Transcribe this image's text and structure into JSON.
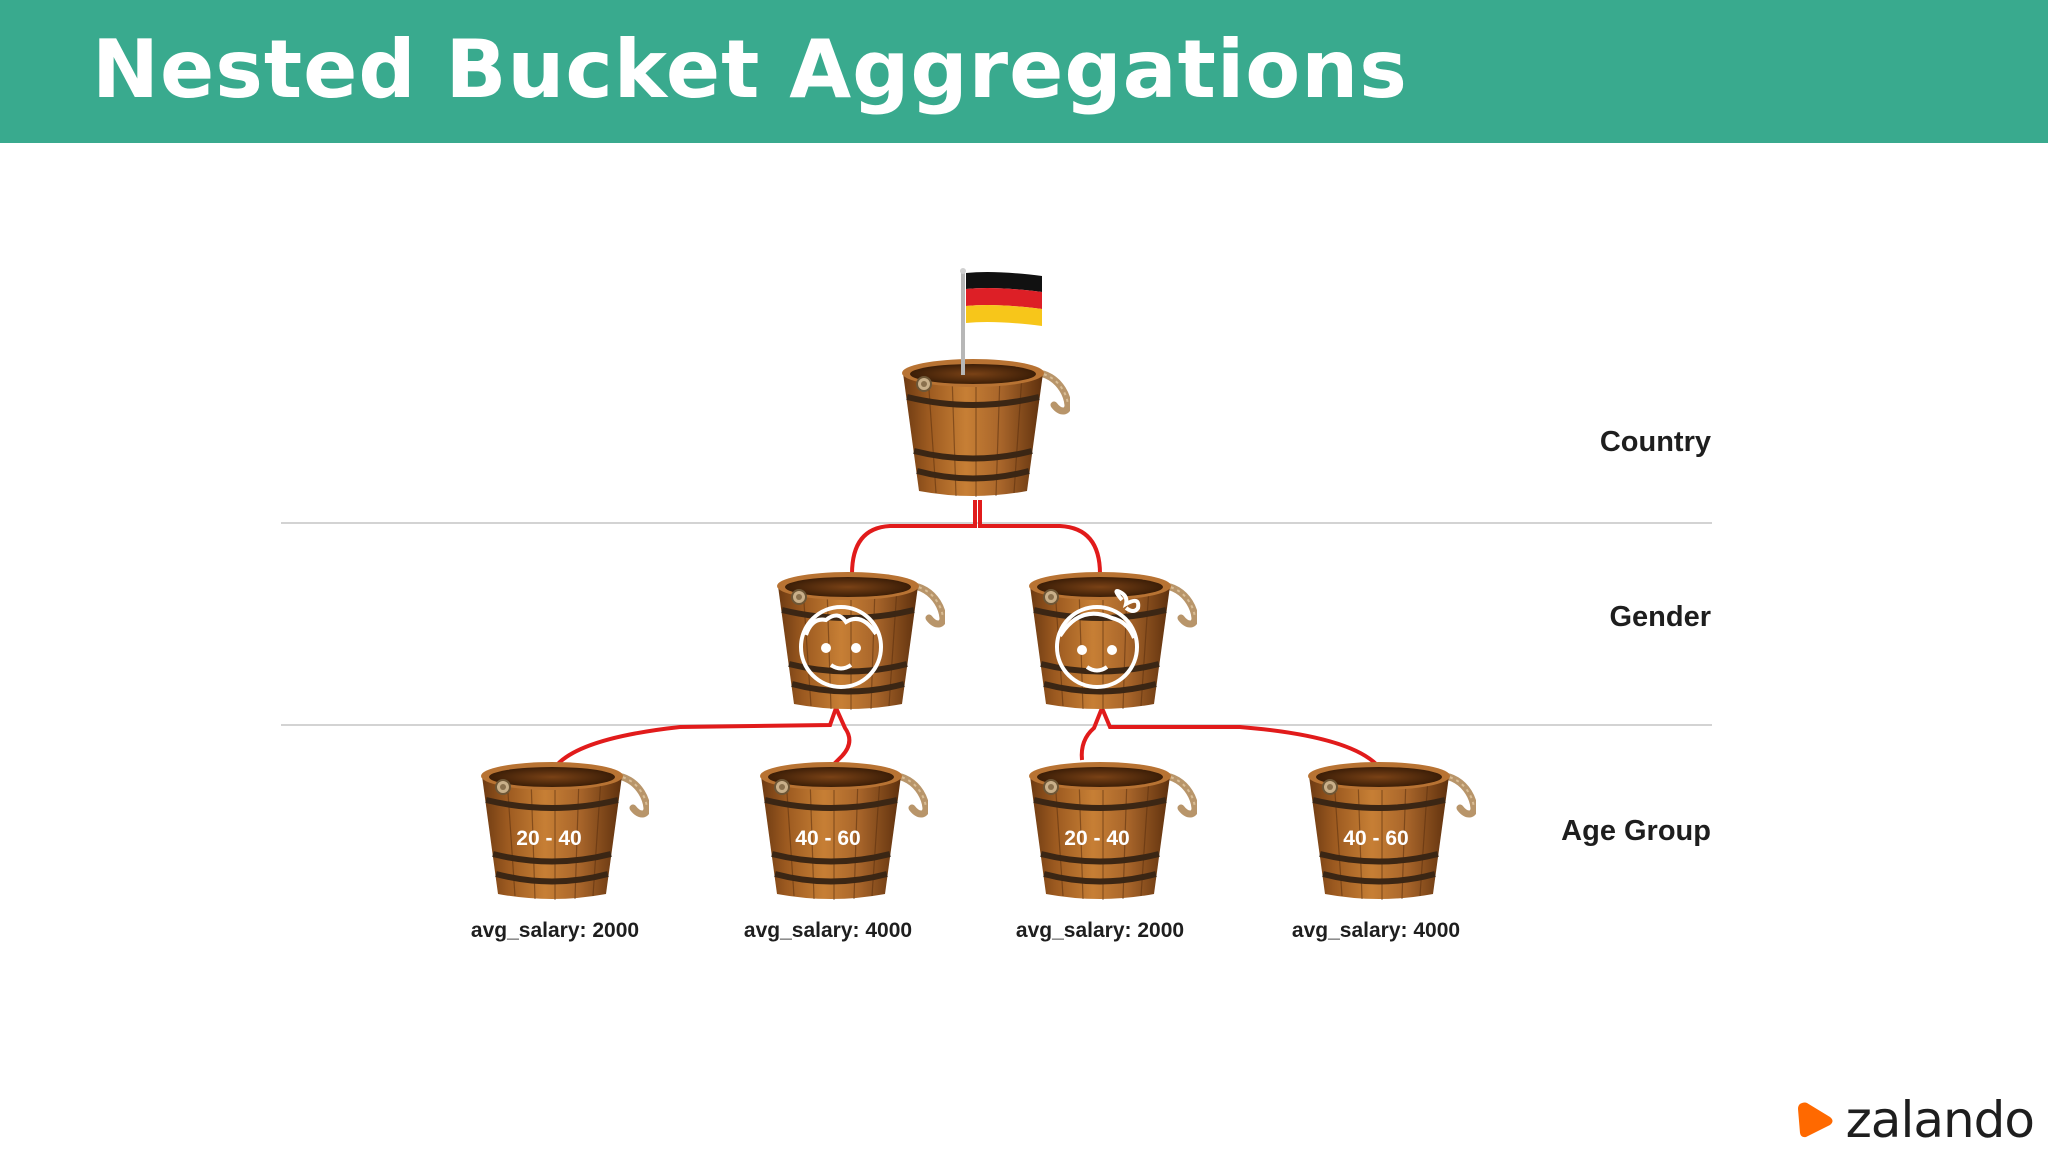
{
  "slide": {
    "title": "Nested Bucket Aggregations",
    "header_color": "#39aa8e"
  },
  "levels": {
    "country": "Country",
    "gender": "Gender",
    "age_group": "Age Group"
  },
  "buckets": {
    "root": {
      "icon": "germany-flag-icon"
    },
    "genders": [
      {
        "icon": "boy-face-icon"
      },
      {
        "icon": "girl-face-icon"
      }
    ],
    "age_groups": [
      {
        "label": "20 - 40",
        "salary": "avg_salary: 2000"
      },
      {
        "label": "40 - 60",
        "salary": "avg_salary: 4000"
      },
      {
        "label": "20 - 40",
        "salary": "avg_salary: 2000"
      },
      {
        "label": "40 - 60",
        "salary": "avg_salary: 4000"
      }
    ]
  },
  "connector_color": "#e11b1b",
  "logo": {
    "text": "zalando",
    "icon": "zalando-logo-icon",
    "color": "#ff6900"
  }
}
